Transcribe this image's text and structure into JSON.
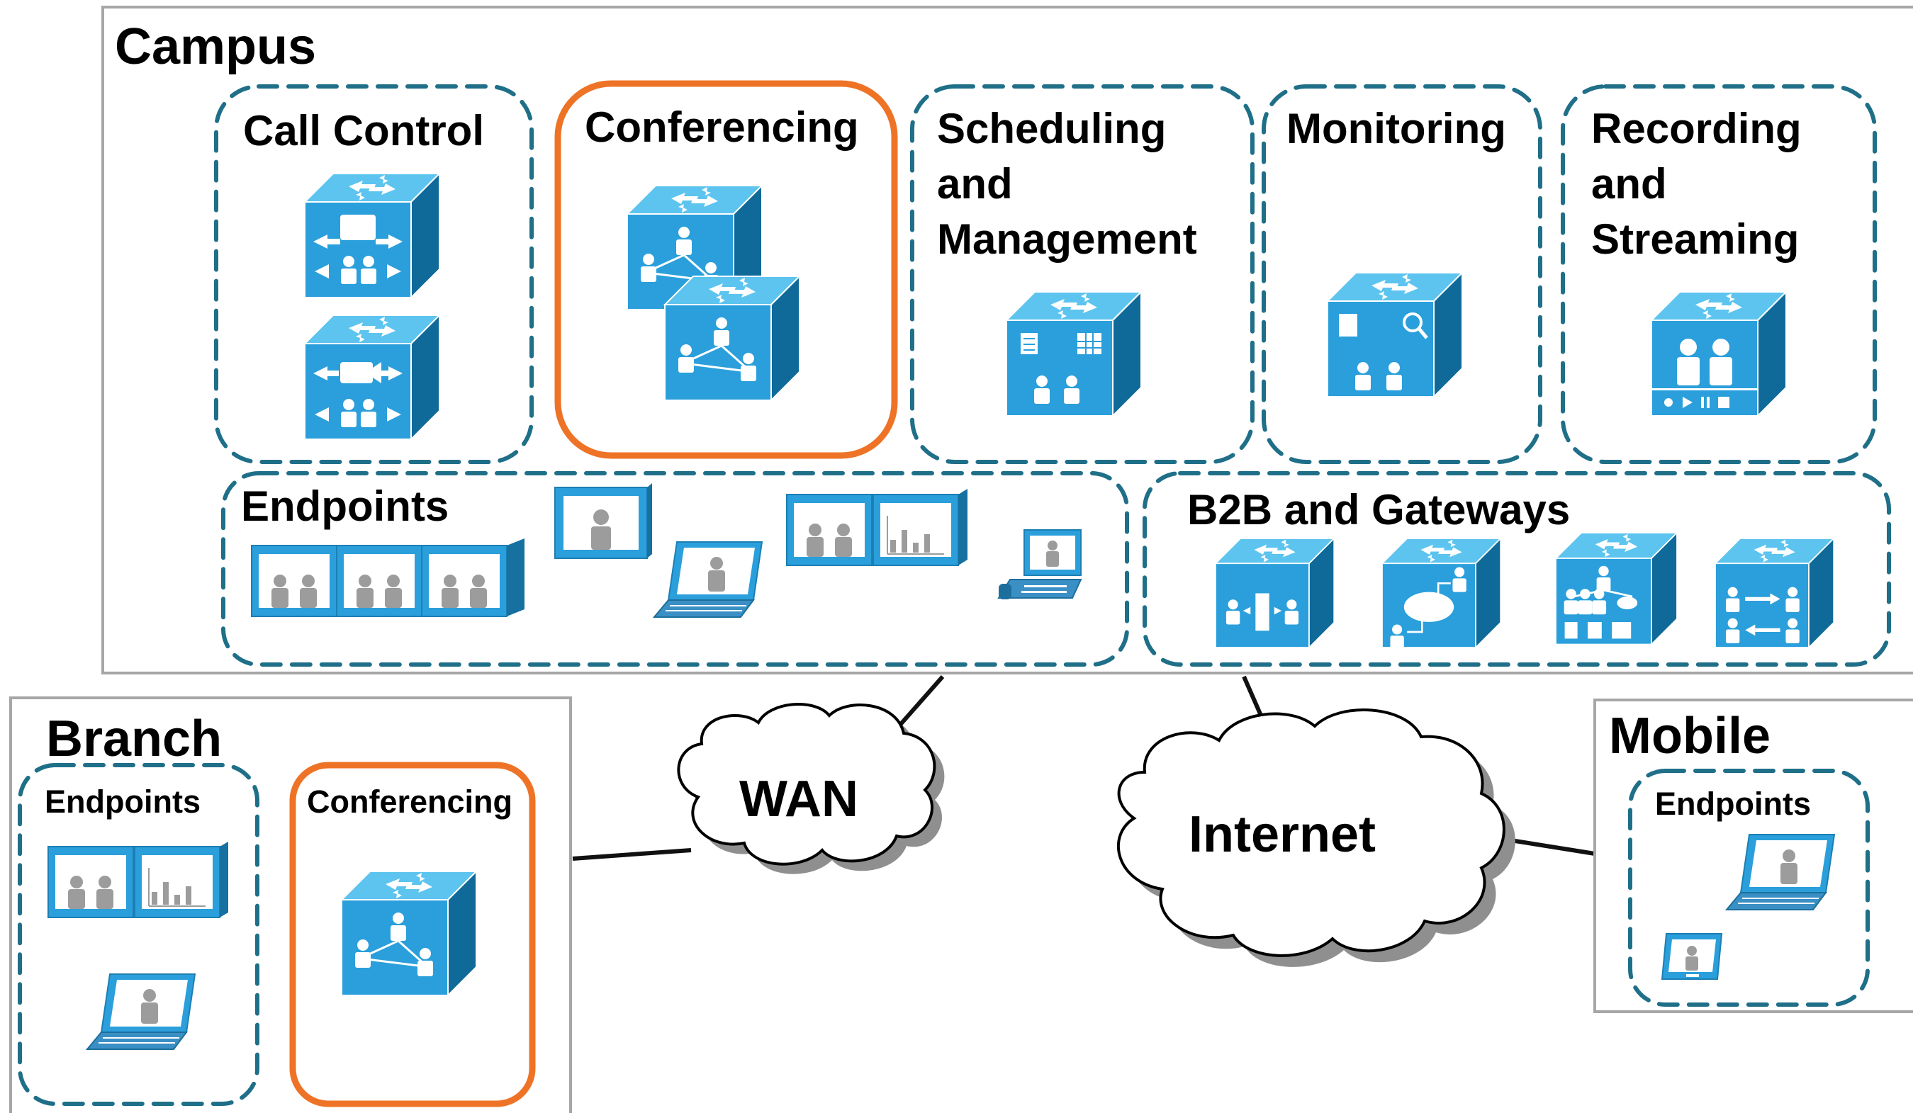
{
  "diagram": {
    "campus": {
      "label": "Campus",
      "groups": {
        "call_control": {
          "label": "Call Control"
        },
        "conferencing": {
          "label": "Conferencing"
        },
        "scheduling": {
          "label_lines": [
            "Scheduling",
            "and",
            "Management"
          ]
        },
        "monitoring": {
          "label": "Monitoring"
        },
        "recording": {
          "label_lines": [
            "Recording",
            "and",
            "Streaming"
          ]
        },
        "endpoints": {
          "label": "Endpoints"
        },
        "b2b": {
          "label": "B2B and Gateways"
        }
      }
    },
    "branch": {
      "label": "Branch",
      "groups": {
        "endpoints": {
          "label": "Endpoints"
        },
        "conferencing": {
          "label": "Conferencing"
        }
      }
    },
    "mobile": {
      "label": "Mobile",
      "groups": {
        "endpoints": {
          "label": "Endpoints"
        }
      }
    },
    "clouds": {
      "wan": "WAN",
      "internet": "Internet"
    },
    "colors": {
      "dashed_group": "#1f6f88",
      "highlight": "#ee7326",
      "icon_blue": "#2a9fdb",
      "frame_gray": "#a6a6a6"
    }
  }
}
